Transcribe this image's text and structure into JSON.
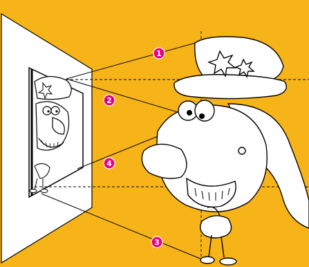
{
  "colors": {
    "background": "#F7B418",
    "badge": "#E6007E",
    "ink": "#000000",
    "paper": "#FFFFFF"
  },
  "labels": {
    "one": "1",
    "two": "2",
    "three": "3",
    "four": "4"
  }
}
